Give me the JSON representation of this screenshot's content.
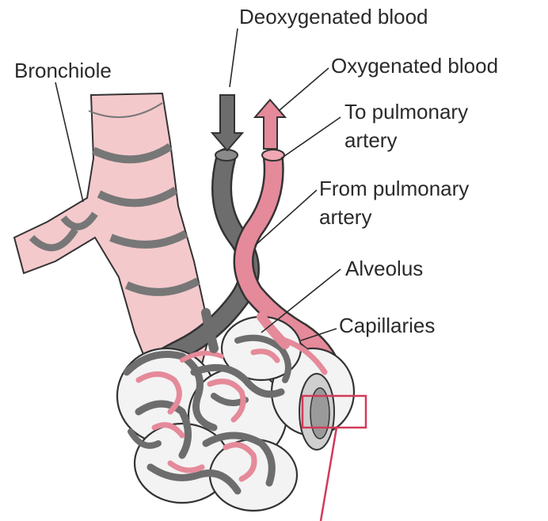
{
  "labels": {
    "deoxygenated_blood": "Deoxygenated blood",
    "oxygenated_blood": "Oxygenated blood",
    "bronchiole": "Bronchiole",
    "to_pulmonary_line1": "To pulmonary",
    "to_pulmonary_line2": "artery",
    "from_pulmonary_line1": "From pulmonary",
    "from_pulmonary_line2": "artery",
    "alveolus": "Alveolus",
    "capillaries": "Capillaries"
  },
  "colors": {
    "bronchiole_fill": "#f4c9cc",
    "deoxygenated_vessel": "#6d6d6d",
    "oxygenated_vessel": "#e58a9a",
    "highlight_box": "#d23a5a"
  },
  "icons": {
    "deoxygenated_arrow": "down-arrow-icon",
    "oxygenated_arrow": "up-arrow-icon"
  }
}
